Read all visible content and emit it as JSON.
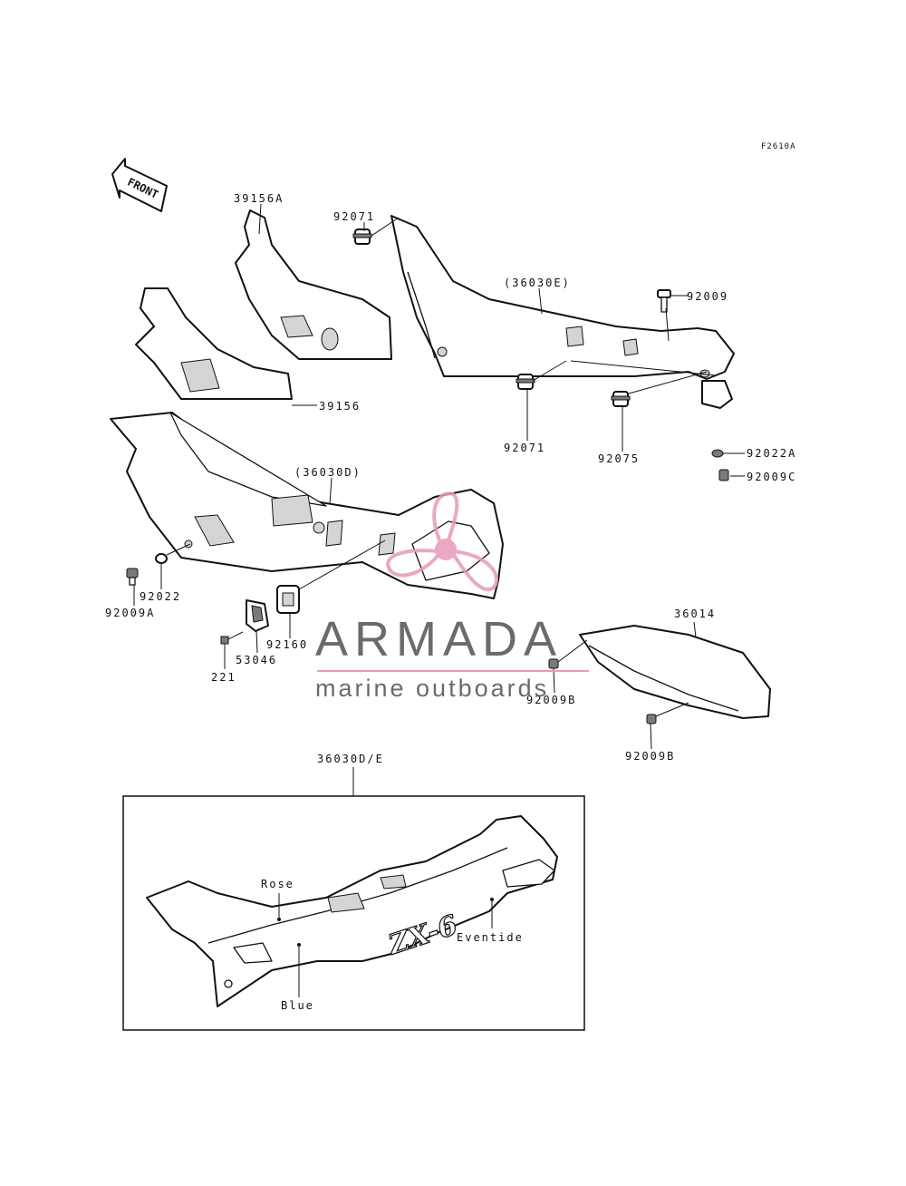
{
  "diagram": {
    "ref_code": "F2610A",
    "front_arrow_label": "FRONT",
    "part_labels": {
      "p39156A": "39156A",
      "p92071_top": "92071",
      "p36030E": "(36030E)",
      "p92009": "92009",
      "p39156": "39156",
      "p92071_bottom": "92071",
      "p92075": "92075",
      "p92022A": "92022A",
      "p92009C": "92009C",
      "p36030D": "(36030D)",
      "p92022": "92022",
      "p92009A": "92009A",
      "p92160": "92160",
      "p53046": "53046",
      "p221": "221",
      "p36014": "36014",
      "p92009B_left": "92009B",
      "p92009B_right": "92009B",
      "p36030DE": "36030D/E"
    },
    "inset": {
      "color_rose": "Rose",
      "color_blue": "Blue",
      "color_eventide": "Eventide",
      "decal_text": "ZX-6"
    }
  },
  "watermark": {
    "brand": "ARMADA",
    "tagline": "marine outboards",
    "brand_color": "#6b6b6b",
    "accent_color": "#e79ab8"
  }
}
